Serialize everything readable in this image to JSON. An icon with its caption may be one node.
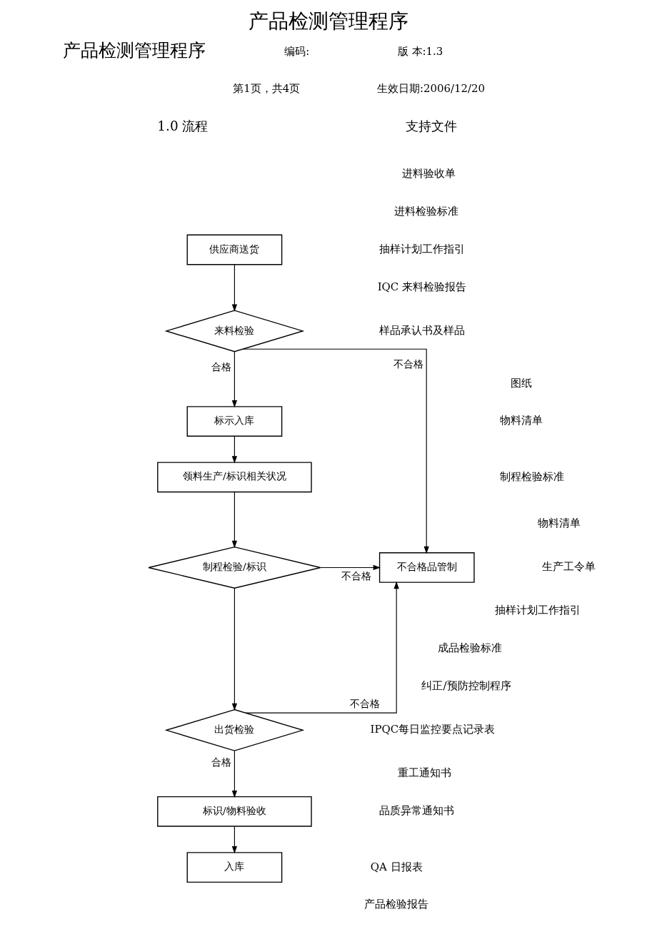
{
  "diagram": {
    "title": "产品检测管理程序",
    "nodes": [
      {
        "text": [
          "供应商送货"
        ]
      },
      {
        "text": [
          "来料检验"
        ]
      },
      {
        "text": [
          "标示入库"
        ]
      },
      {
        "text": [
          "领料生产/标识相关状况"
        ]
      },
      {
        "text": [
          "制程检验/标识"
        ]
      },
      {
        "text": [
          "不合格品管制"
        ]
      },
      {
        "text": [
          "出货检验"
        ]
      },
      {
        "text": [
          "标识/物料验收"
        ]
      },
      {
        "text": [
          "入库"
        ]
      }
    ],
    "edges": [
      {
        "from": 0,
        "to": 1,
        "arrow": "to"
      },
      {
        "from": 1,
        "to": 2,
        "arrow": "to",
        "label": "合格"
      },
      {
        "from": 1,
        "to": 5,
        "arrow": "to",
        "label": "不合格"
      },
      {
        "from": 2,
        "to": 3,
        "arrow": "to"
      },
      {
        "from": 3,
        "to": 4,
        "arrow": "to"
      },
      {
        "from": 4,
        "to": 5,
        "arrow": "to",
        "label": "不合格"
      },
      {
        "from": 4,
        "to": 6,
        "arrow": "to"
      },
      {
        "from": 6,
        "to": 5,
        "arrow": "to",
        "label": "不合格"
      },
      {
        "from": 6,
        "to": 7,
        "arrow": "to",
        "label": "合格"
      },
      {
        "from": 7,
        "to": 8,
        "arrow": "to"
      }
    ],
    "labels": [
      "产品检测管理程序",
      "编码:",
      "版 本:1.3",
      "第1页，共4页",
      "生效日期:2006/12/20",
      "1.0 流程",
      "支持文件",
      "进料验收单",
      "进料检验标准",
      "抽样计划工作指引",
      "IQC 来料检验报告",
      "样品承认书及样品",
      "图纸",
      "物料清单",
      "制程检验标准",
      "物料清单",
      "生产工令单",
      "抽样计划工作指引",
      "成品检验标准",
      "纠正/预防控制程序",
      "IPQC每日监控要点记录表",
      "重工通知书",
      "品质异常通知书",
      "QA 日报表",
      "产品检验报告"
    ]
  }
}
